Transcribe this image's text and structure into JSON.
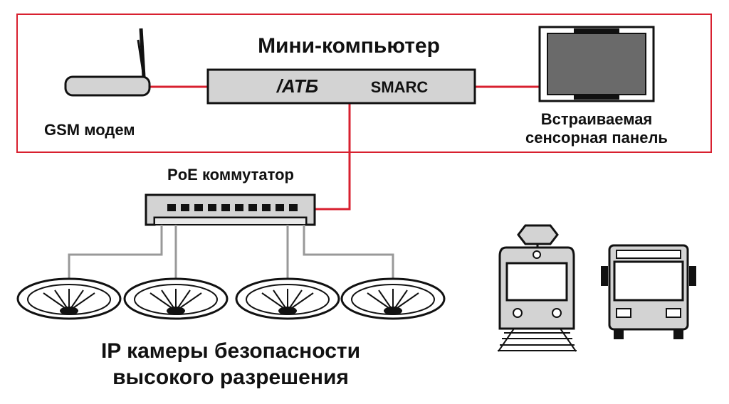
{
  "labels": {
    "mini_computer": "Мини-компьютер",
    "gsm_modem": "GSM модем",
    "touch_panel_line1": "Встраиваемая",
    "touch_panel_line2": "сенсорная панель",
    "poe_switch": "PoE коммутатор",
    "cameras_line1": "IP камеры безопасности",
    "cameras_line2": "высокого разрешения"
  },
  "computer": {
    "brand": "/ATБ",
    "model": "SMARC"
  },
  "colors": {
    "link": "#d8202f",
    "camera_cable": "#999999",
    "device_fill": "#d3d3d3",
    "screen_fill": "#6a6a6a",
    "outline": "#111111"
  },
  "icons": [
    "antenna-icon",
    "modem-icon",
    "touch-panel-icon",
    "switch-icon",
    "dome-camera-icon",
    "tram-icon",
    "bus-icon"
  ]
}
